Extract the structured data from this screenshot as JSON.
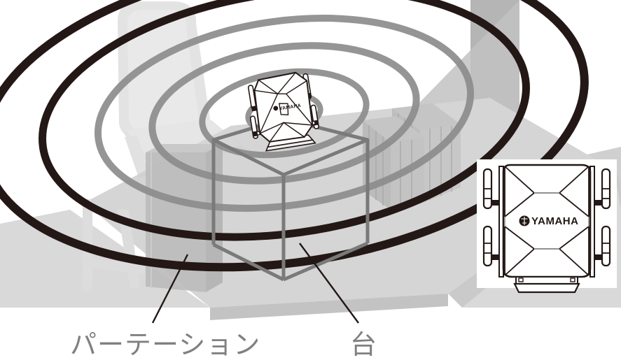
{
  "figure": {
    "kind": "installation-diagram",
    "subject": "Yamaha wireless access point radio coverage on a desk with partition",
    "background_color": "#ffffff"
  },
  "labels": {
    "partition": "パーテーション",
    "stand": "台"
  },
  "device": {
    "brand": "YAMAHA",
    "wordmark": "YAMAHA",
    "antenna_count": 4,
    "inset_view": "top-down"
  },
  "colors": {
    "wave_outer": "#231815",
    "wave_inner": "#8c8c8c",
    "furniture_light": "#d9d9d9",
    "furniture_mid": "#c6c6c6",
    "furniture_dark": "#b0b0b0",
    "partition_face": "#bcbcbc",
    "stand_outline": "#7a7a7a",
    "label_text": "#808080",
    "leader_line": "#231815",
    "inset_background": "#ffffff",
    "device_outline": "#231815"
  },
  "chart_data": {
    "type": "diagram",
    "title": "",
    "annotations": [
      {
        "text": "パーテーション",
        "target": "partition panel at left of desk"
      },
      {
        "text": "台",
        "target": "stand (wireframe box) supporting the access point"
      }
    ],
    "waves": {
      "description": "Concentric elliptical radio-coverage rings centred on the access point",
      "ring_count": 6,
      "dark_rings": 2,
      "gray_rings": 4
    }
  }
}
